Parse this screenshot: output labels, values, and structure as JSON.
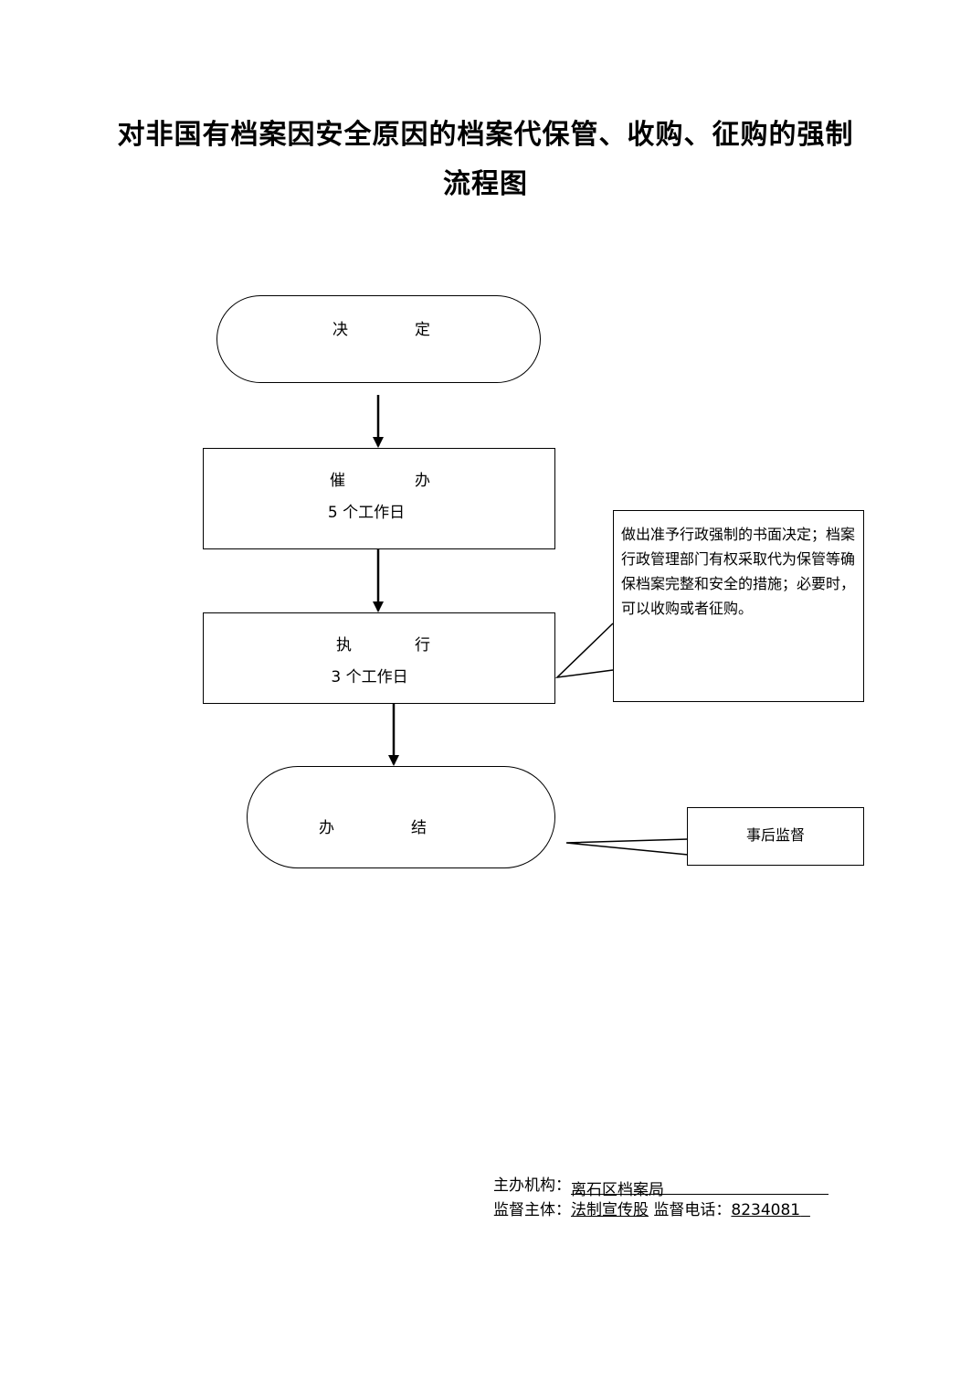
{
  "title": {
    "line1": "对非国有档案因安全原因的档案代保管、收购、征购的强制",
    "line2": "流程图"
  },
  "nodes": {
    "decide": {
      "left": "决",
      "right": "定"
    },
    "urge": {
      "left": "催",
      "right": "办",
      "sub": "5 个工作日"
    },
    "execute": {
      "left": "执",
      "right": "行",
      "sub": "3 个工作日"
    },
    "finish": {
      "left": "办",
      "right": "结"
    }
  },
  "notes": {
    "execute_note": "做出准予行政强制的书面决定；档案行政管理部门有权采取代为保管等确保档案完整和安全的措施；必要时，可以收购或者征购。",
    "finish_note": "事后监督"
  },
  "footer": {
    "org_label": "主办机构：",
    "org_value": "离石区档案局",
    "supervisor_label": "监督主体：",
    "supervisor_value": "法制宣传股",
    "phone_label": "监督电话：",
    "phone_value": "8234081"
  }
}
